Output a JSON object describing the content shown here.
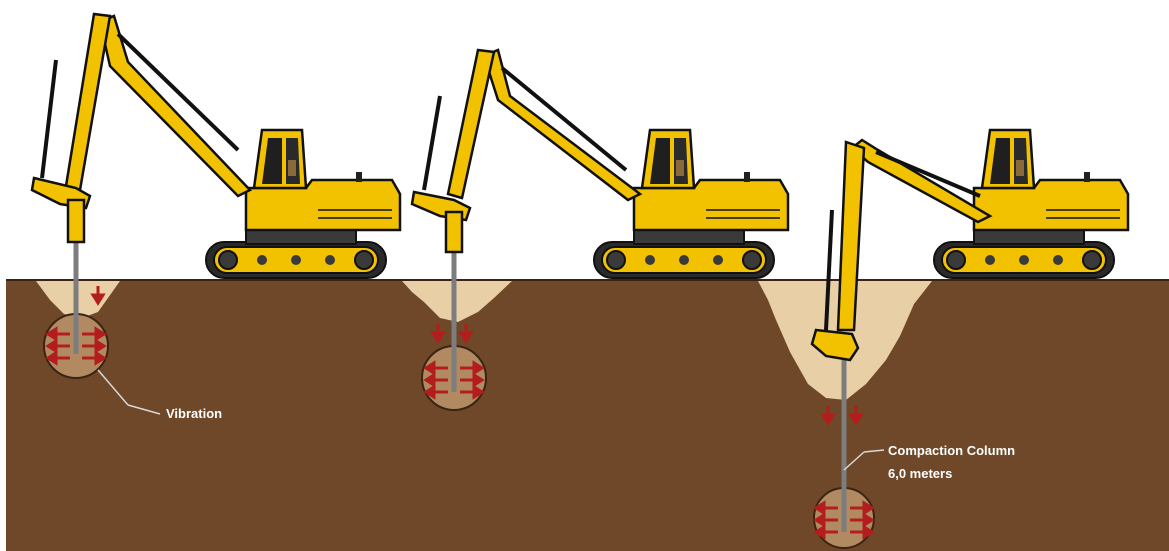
{
  "labels": {
    "vibration": "Vibration",
    "compaction_line1": "Compaction Column",
    "compaction_line2": "6,0 meters"
  },
  "colors": {
    "sky": "#ffffff",
    "ground": "#6e4828",
    "sand": "#e8cfa6",
    "bulb": "#b18a61",
    "machine": "#f2c200",
    "outline": "#1a1a1a",
    "track": "#2a2a2a",
    "arrow": "#b31d1d",
    "probe": "#7d7d7d"
  },
  "icons": [
    "excavator-icon",
    "vibration-arrow-icon",
    "compaction-bulb-icon"
  ]
}
